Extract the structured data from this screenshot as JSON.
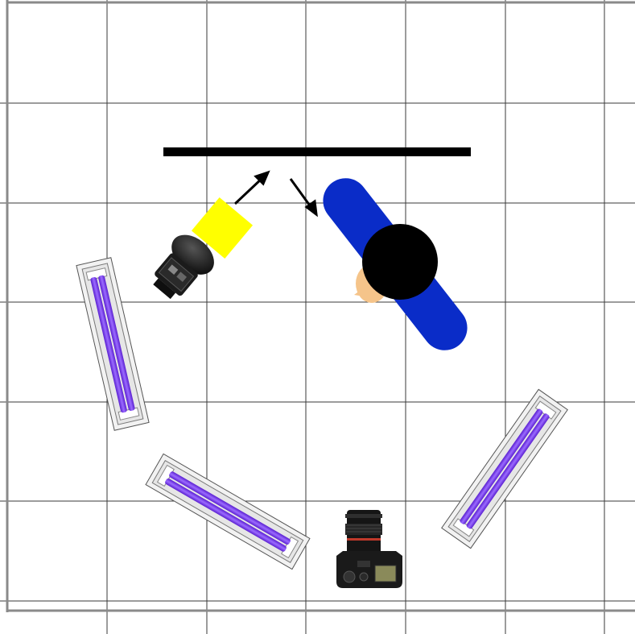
{
  "diagram": {
    "type": "lighting-setup-floor-plan",
    "background_color": "#ffffff",
    "grid_color": "#3a3a3a",
    "frame_color": "#8a8a8a",
    "objects": [
      {
        "name": "backdrop",
        "kind": "wall-or-backdrop",
        "color": "#000000"
      },
      {
        "name": "key-light",
        "kind": "strobe-with-softbox-or-gel",
        "gel_color": "#ffff00",
        "head_color": "#111111"
      },
      {
        "name": "arrow-to-backdrop",
        "kind": "light-direction-arrow",
        "color": "#000000"
      },
      {
        "name": "arrow-from-backdrop",
        "kind": "light-direction-arrow",
        "color": "#000000"
      },
      {
        "name": "subject",
        "kind": "person-top-view",
        "body_color": "#0a2cc8",
        "hair_color": "#000000",
        "skin_color": "#f5c48a"
      },
      {
        "name": "uv-tube-left",
        "kind": "fluorescent-tube-fixture",
        "tube_color": "#7b3cf0",
        "housing_color": "#e8e8e8"
      },
      {
        "name": "uv-tube-bottom-left",
        "kind": "fluorescent-tube-fixture",
        "tube_color": "#7b3cf0",
        "housing_color": "#e8e8e8"
      },
      {
        "name": "uv-tube-right",
        "kind": "fluorescent-tube-fixture",
        "tube_color": "#7b3cf0",
        "housing_color": "#e8e8e8"
      },
      {
        "name": "camera",
        "kind": "dslr-camera-top-view",
        "body_color": "#1a1a1a",
        "lens_accent_color": "#c0392b"
      }
    ]
  }
}
